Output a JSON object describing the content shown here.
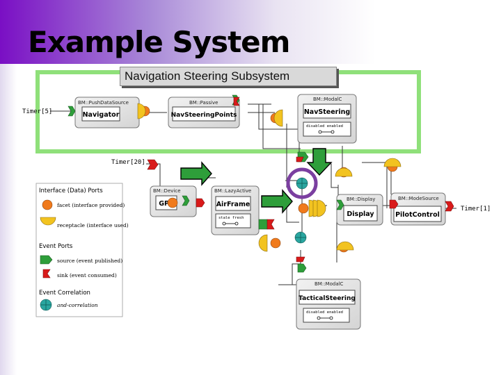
{
  "title": "Example System",
  "subsystem_label": "Navigation Steering Subsystem",
  "timers": {
    "t5": "Timer[5]",
    "t20": "Timer[20]",
    "t1": "Timer[1]"
  },
  "components": {
    "navigator": {
      "type": "BM::PushDataSource",
      "name": "Navigator"
    },
    "navsteeringpoints": {
      "type": "BM::Passive",
      "name": "NavSteeringPoints"
    },
    "navsteering": {
      "type": "BM::ModalC",
      "name": "NavSteering",
      "attr": "disabled enabled"
    },
    "gps": {
      "type": "BM::Device",
      "name": "GPS"
    },
    "airframe": {
      "type": "BM::LazyActive",
      "name": "AirFrame",
      "attr": "stale fresh"
    },
    "display": {
      "type": "BM::Display",
      "name": "Display"
    },
    "pilotcontrol": {
      "type": "BM::ModeSource",
      "name": "PilotControl"
    },
    "tacticalsteering": {
      "type": "BM::ModalC",
      "name": "TacticalSteering",
      "attr": "disabled enabled"
    }
  },
  "legend": {
    "interface_title": "Interface (Data) Ports",
    "facet": "facet (interface provided)",
    "receptacle": "receptacle (interface used)",
    "event_title": "Event Ports",
    "source": "source (event published)",
    "sink": "sink (event consumed)",
    "correlation_title": "Event Correlation",
    "and": "and-correlation"
  },
  "colors": {
    "subsystem_frame": "#8fe07a",
    "facet": "#f07a1c",
    "receptacle": "#f2c320",
    "source": "#2e9e3a",
    "sink": "#d91a1a",
    "correlation": "#2aa6a0",
    "highlight": "#7b3fa0"
  }
}
